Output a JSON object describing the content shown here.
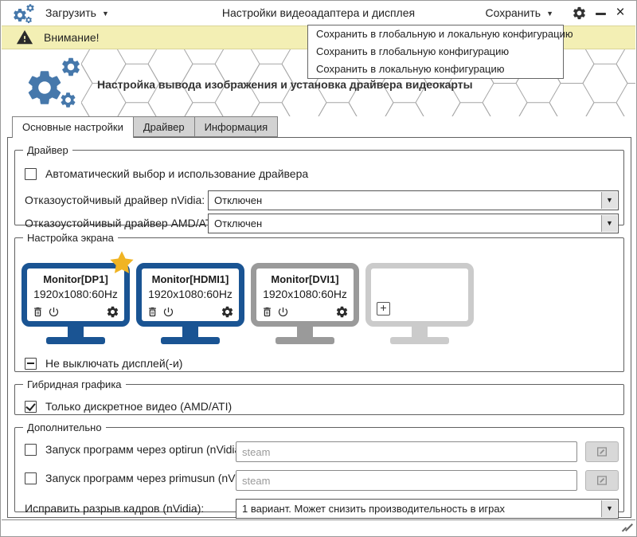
{
  "window": {
    "title": "Настройки видеоадаптера и дисплея",
    "load_button": "Загрузить",
    "save_button": "Сохранить"
  },
  "save_menu": {
    "items": [
      "Сохранить в глобальную и локальную конфигурацию",
      "Сохранить в глобальную конфигурацию",
      "Сохранить в локальную конфигурацию"
    ]
  },
  "warning": {
    "text": "Внимание!"
  },
  "header": {
    "subtitle": "Настройка вывода изображения и установка драйвера видеокарты"
  },
  "tabs": [
    {
      "label": "Основные настройки",
      "active": true
    },
    {
      "label": "Драйвер",
      "active": false
    },
    {
      "label": "Информация",
      "active": false
    }
  ],
  "driver_group": {
    "title": "Драйвер",
    "auto_checkbox_label": "Автоматический выбор и использование драйвера",
    "auto_checked": false,
    "nvidia_label": "Отказоустойчивый драйвер nVidia:",
    "nvidia_value": "Отключен",
    "amd_label": "Отказоустойчивый драйвер AMD/ATI:",
    "amd_value": "Отключен"
  },
  "screen_group": {
    "title": "Настройка экрана",
    "monitors": [
      {
        "name": "Monitor[DP1]",
        "resolution": "1920x1080:60Hz",
        "state": "primary-starred"
      },
      {
        "name": "Monitor[HDMI1]",
        "resolution": "1920x1080:60Hz",
        "state": "active"
      },
      {
        "name": "Monitor[DVI1]",
        "resolution": "1920x1080:60Hz",
        "state": "inactive"
      },
      {
        "name": "",
        "resolution": "",
        "state": "empty-add-slot"
      }
    ],
    "keep_on_label": "Не выключать дисплей(-и)",
    "keep_on_state": "indeterminate"
  },
  "hybrid_group": {
    "title": "Гибридная графика",
    "discrete_label": "Только дискретное видео (AMD/ATI)",
    "discrete_checked": true
  },
  "extra_group": {
    "title": "Дополнительно",
    "optirun_label": "Запуск программ через optirun (nVidia):",
    "optirun_value": "steam",
    "optirun_checked": false,
    "primusun_label": "Запуск программ через primusun (nVidia):",
    "primusun_value": "steam",
    "primusun_checked": false,
    "tear_label": "Исправить разрыв кадров (nVidia):",
    "tear_value": "1 вариант. Может снизить производительность в играх"
  },
  "icons": {
    "dropdown_arrow": "▼",
    "close": "×",
    "add": "+"
  },
  "colors": {
    "accent_blue": "#1a5493",
    "logo_blue": "#4678ab",
    "warning_bg": "#f3efb4",
    "inactive_gray": "#9a9a9a",
    "empty_gray": "#cbcbcb",
    "star_gold": "#f0b424",
    "tab_inactive": "#d2d2d2"
  }
}
